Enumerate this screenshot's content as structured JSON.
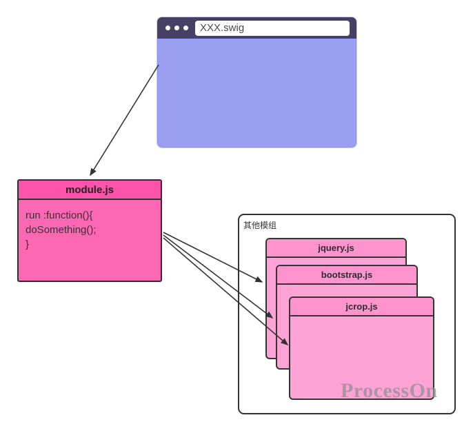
{
  "browser": {
    "title": "XXX.swig",
    "dots_count": 3
  },
  "module_box": {
    "title": "module.js",
    "lines": {
      "0": "run :function(){",
      "1": "doSomething();",
      "2": "}"
    }
  },
  "group": {
    "label": "其他模组"
  },
  "cards": [
    {
      "title": "jquery.js"
    },
    {
      "title": "bootstrap.js"
    },
    {
      "title": "jcrop.js"
    }
  ],
  "watermark": "ProcessOn",
  "colors": {
    "browser_titlebar": "#454064",
    "browser_body": "#9b9ff1",
    "module_header": "#fb53a9",
    "module_body": "#fd68b5",
    "card_header": "#ff93cd",
    "card_body": "#ffa3d6",
    "connector": "#333333",
    "watermark": "#8f8f93"
  }
}
